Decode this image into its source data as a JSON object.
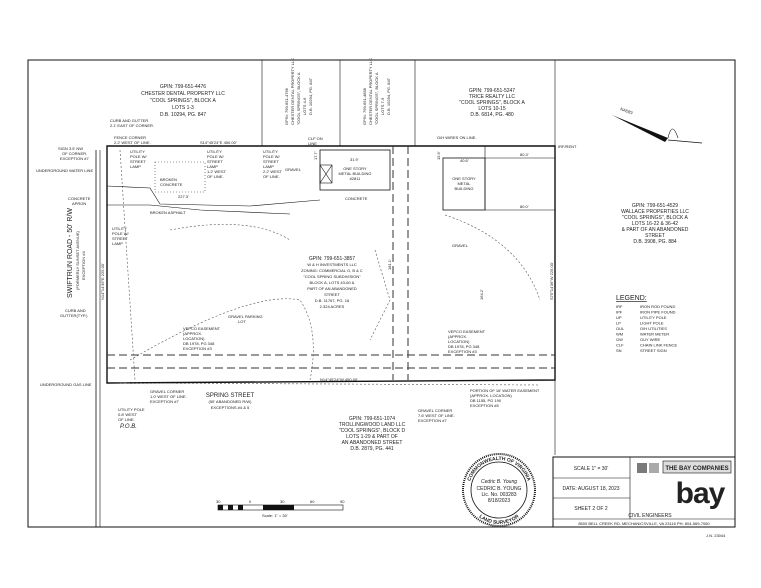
{
  "parcels": {
    "chester_1": [
      "GPIN: 799-651-4476",
      "CHESTER DENTAL PROPERTY LLC",
      "\"COOL SPRINGS\", BLOCK A",
      "LOTS 1-3",
      "D.B. 10294, PG. 847"
    ],
    "chester_2": [
      "GPIN: 799-651-4766",
      "CHESTER DENTAL PROPERTY LLC",
      "\"COOL SPRINGS\", BLOCK A",
      "LOTS 4-6",
      "D.B. 10294, PG. 847"
    ],
    "chester_3": [
      "GPIN: 799-651-4858",
      "CHESTER DENTAL PROPERTY LLC",
      "\"COOL SPRINGS\", BLOCK A",
      "LOTS 7-9",
      "D.B. 10294, PG. 847"
    ],
    "trice": [
      "GPIN: 799-651-5247",
      "TRICE REALTY LLC",
      "\"COOL SPRINGS\", BLOCK A",
      "LOTS 10-15",
      "D.B. 6814, PG. 480"
    ],
    "wallace": [
      "GPIN: 799-651-4529",
      "WALLACE PROPERTIES LLC",
      "\"COOL SPRINGS\", BLOCK A",
      "LOTS 16-22 & 36-42",
      "& PART OF AN ABANDONED",
      "STREET",
      "D.B. 3908, PG. 884"
    ],
    "subject": [
      "GPIN: 799-651-3857",
      "W & H INVESTMENTS LLC",
      "ZONING: COMMERCIAL O, B & C",
      "\"COOL SPRING SUBDIVISION\"",
      "BLOCK A, LOTS 43-60 &",
      "PART OF AN ABANDONED",
      "STREET",
      "D.B. 11767, PG. 16",
      "2.324 ACRES"
    ],
    "trollingwood": [
      "GPIN: 799-651-1074",
      "TROLLINGWOOD LAND LLC",
      "\"COOL SPRINGS\", BLOCK D",
      "LOTS 1-29 & PART OF",
      "AN ABANDONED STREET",
      "D.B. 2879, PG. 441"
    ]
  },
  "road": {
    "name": "SWIFTRUN ROAD - 50' R/W",
    "former": "(FORMERLY SUNSET AVENUE)",
    "exception": "EXCEPTION #4",
    "bearing": "N14°14'36\"E 225.00'"
  },
  "spring_street": {
    "name": "SPRING STREET",
    "sub": "(50' ABANDONED R/W)",
    "exception": "EXCEPTIONS #4 & 5"
  },
  "bearings": {
    "top": "S14°45'24\"E 450.00'",
    "bottom": "N14°45'24\"W 450.00'",
    "right": "S75°14'36\"W 225.00'"
  },
  "notes": {
    "curb_gutter": [
      "CURB AND GUTTER",
      "2.1' EAST OF CORNER."
    ],
    "fence_corner": [
      "FENCE CORNER",
      "2.2' WEST OF LINE."
    ],
    "sign": [
      "SIGN 3.5' NW",
      "OF CORNER.",
      "EXCEPTION #7"
    ],
    "water_line": "UNDERGROUND WATER LINE",
    "concrete_apron": [
      "CONCRETE",
      "APRON"
    ],
    "curb_typ": [
      "CURB AND",
      "GUTTER(TYP.)"
    ],
    "gas_line": "UNDERGROUND GAS LINE",
    "pob": "P.O.B.",
    "utility_pole_1": [
      "UTILITY",
      "POLE W/",
      "STREET",
      "LAMP"
    ],
    "utility_pole_2": [
      "UTILITY",
      "POLE W/",
      "STREET",
      "LAMP",
      "1.2' WEST",
      "OF LINE."
    ],
    "utility_pole_3": [
      "UTILITY",
      "POLE W/",
      "STREET",
      "LAMP",
      "2.2' WEST",
      "OF LINE."
    ],
    "utility_pole_4": [
      "UTILITY",
      "POLE W/",
      "STREET",
      "LAMP"
    ],
    "utility_pole_5": [
      "UTILITY POLE",
      "0.8' WEST",
      "OF LINE."
    ],
    "clf_on_line": [
      "CLF ON",
      "LINE"
    ],
    "wires_on_line": "O/H WIRES ON LINE.",
    "irf_rent": "IRF/RENT",
    "building_1": [
      "ONE STORY",
      "METAL BUILDING",
      "#2811"
    ],
    "building_2": [
      "ONE STORY",
      "METAL",
      "BUILDING"
    ],
    "concrete": "CONCRETE",
    "broken_concrete": [
      "BROKEN",
      "CONCRETE"
    ],
    "broken_asphalt": "BROKEN ASPHALT",
    "gravel": "GRAVEL",
    "gravel_lot": [
      "GRAVEL PARKING",
      "LOT"
    ],
    "vepco_1": [
      "VEPCO EASEMENT",
      "(APPROX.",
      "LOCATION)",
      "DB 1978, PG 348",
      "EXCEPTION #3"
    ],
    "vepco_2": [
      "VEPCO EASEMENT",
      "(APPROX.",
      "LOCATION)",
      "DB 1978, PG 348",
      "EXCEPTION #3"
    ],
    "gravel_corner_1": [
      "GRAVEL CORNER",
      "1.0' WEST OF LINE.",
      "EXCEPTION #7"
    ],
    "gravel_corner_2": [
      "GRAVEL CORNER",
      "7.6' WEST OF LINE.",
      "EXCEPTION #7"
    ],
    "water_easement": [
      "PORTION OF 16' WATER EASEMENT",
      "(APPROX. LOCATION)",
      "DB 1155, PG 190",
      "EXCEPTION #5"
    ],
    "dims": [
      "227.3'",
      "31.9'",
      "40.6'",
      "80.3'",
      "80.0'",
      "181.1'",
      "164.2'",
      "17.7'",
      "15.9'"
    ],
    "north": "NAD83"
  },
  "legend": {
    "title": "LEGEND:",
    "items": [
      [
        "IRF",
        "IRON ROD FOUND"
      ],
      [
        "IPF",
        "IRON PIPE FOUND"
      ],
      [
        "UP",
        "UTILITY POLE"
      ],
      [
        "LP",
        "LIGHT POLE"
      ],
      [
        "OUL",
        "O/H UTILITIES"
      ],
      [
        "WM",
        "WATER METER"
      ],
      [
        "GW",
        "GUY WIRE"
      ],
      [
        "CLF",
        "CHAIN LINK FENCE"
      ],
      [
        "SN",
        "STREET SIGN"
      ]
    ]
  },
  "scale_bar": {
    "ticks": [
      "30",
      "0",
      "30",
      "60",
      "90"
    ],
    "label": "Scale: 1\" = 30'"
  },
  "seal": {
    "ring": "COMMONWEALTH OF VIRGINIA",
    "bottom": "LAND SURVEYOR",
    "name": "CEDRIC B. YOUNG",
    "lic": "Lic. No. 003283",
    "date": "8/18/2023",
    "signature": "Cedric B. Young"
  },
  "title_block": {
    "scale": "SCALE  1\" = 30'",
    "date": "DATE: AUGUST 18, 2023",
    "sheet": "SHEET 2 OF 2",
    "company": "THE BAY COMPANIES",
    "logo": "bay",
    "tagline": "CIVIL ENGINEERS",
    "address": "8500 BELL CREEK RD. MECHANICSVILLE, VA 23116   PH: 804-569-7060",
    "job": "J.N. 23044"
  }
}
